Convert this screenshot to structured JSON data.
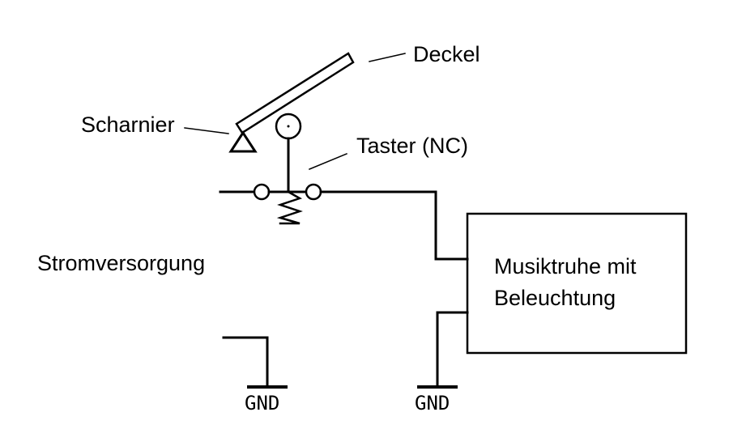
{
  "labels": {
    "deckel": "Deckel",
    "scharnier": "Scharnier",
    "taster": "Taster  (NC)",
    "stromversorgung": "Stromversorgung",
    "musiktruhe_line1": "Musiktruhe mit",
    "musiktruhe_line2": "Beleuchtung",
    "gnd_left": "GND",
    "gnd_right": "GND"
  },
  "colors": {
    "stroke": "#000000",
    "background": "#ffffff"
  }
}
